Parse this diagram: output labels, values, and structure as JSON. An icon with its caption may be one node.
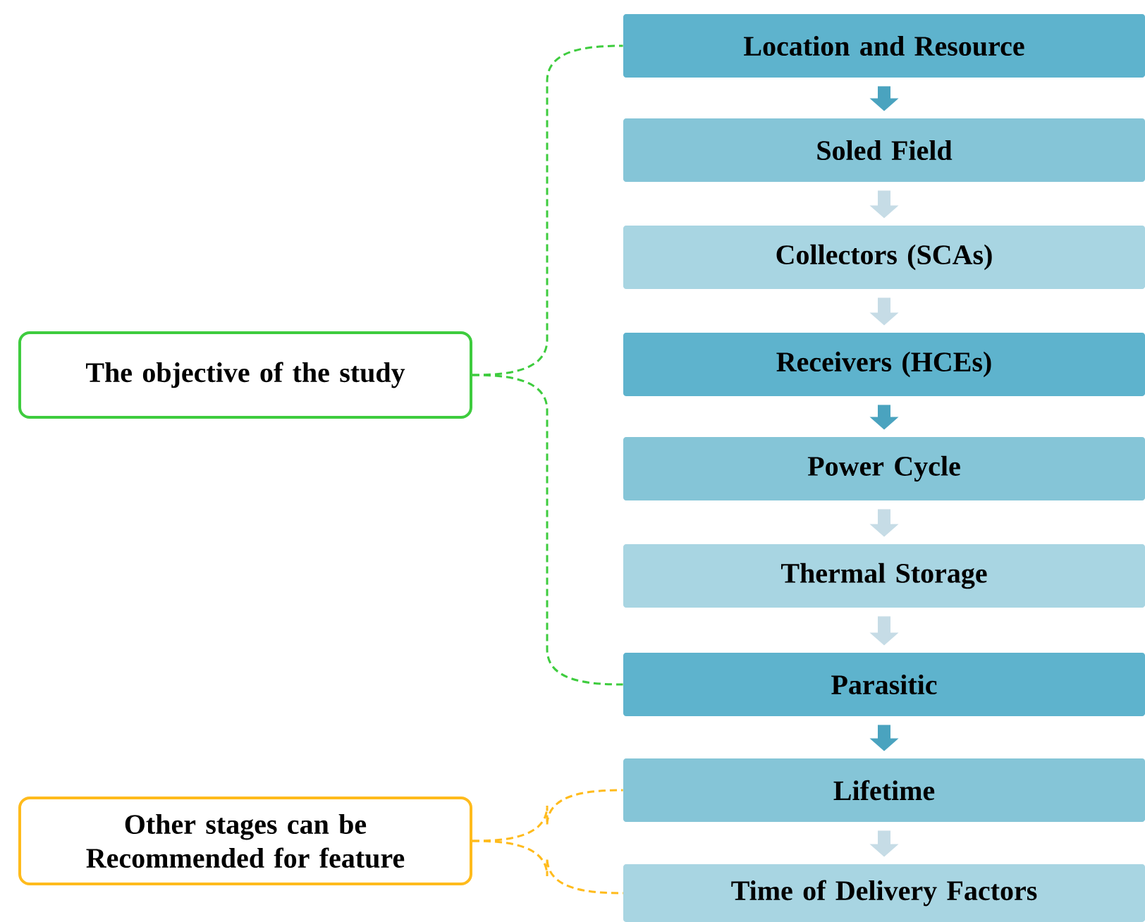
{
  "diagram": {
    "nodes": [
      {
        "text": [
          "The objective of the study"
        ]
      },
      {
        "text": [
          "Other stages can be Recommended for feature"
        ]
      },
      {
        "text": [
          "Location and Resource"
        ]
      },
      {
        "text": [
          "Soled Field"
        ]
      },
      {
        "text": [
          "Collectors (SCAs)"
        ]
      },
      {
        "text": [
          "Receivers (HCEs)"
        ]
      },
      {
        "text": [
          "Power Cycle"
        ]
      },
      {
        "text": [
          "Thermal Storage"
        ]
      },
      {
        "text": [
          "Parasitic"
        ]
      },
      {
        "text": [
          "Lifetime"
        ]
      },
      {
        "text": [
          "Time of Delivery Factors"
        ]
      }
    ],
    "edges": [
      {
        "from": 2,
        "to": 3,
        "arrow": "to",
        "color": "#4aa3bf"
      },
      {
        "from": 3,
        "to": 4,
        "arrow": "to"
      },
      {
        "from": 4,
        "to": 5,
        "arrow": "to"
      },
      {
        "from": 5,
        "to": 6,
        "arrow": "to",
        "color": "#4aa3bf"
      },
      {
        "from": 6,
        "to": 7,
        "arrow": "to"
      },
      {
        "from": 7,
        "to": 8,
        "arrow": "to"
      },
      {
        "from": 8,
        "to": 9,
        "arrow": "to",
        "color": "#4aa3bf"
      },
      {
        "from": 9,
        "to": 10,
        "arrow": "to"
      },
      {
        "from": 0,
        "to": 2,
        "arrow": "none",
        "style": "dashed",
        "color": "#3ecc3e"
      },
      {
        "from": 0,
        "to": 8,
        "arrow": "none",
        "style": "dashed",
        "color": "#3ecc3e"
      },
      {
        "from": 1,
        "to": 9,
        "arrow": "none",
        "style": "dashed",
        "color": "#ffbb1c"
      },
      {
        "from": 1,
        "to": 10,
        "arrow": "none",
        "style": "dashed",
        "color": "#ffbb1c"
      }
    ]
  }
}
